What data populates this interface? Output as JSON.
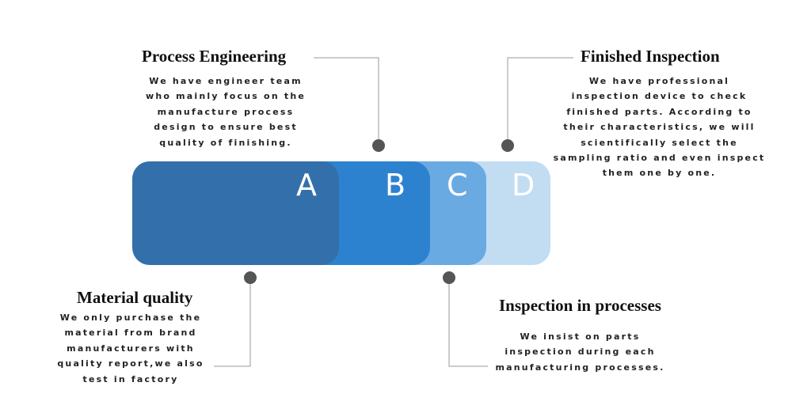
{
  "segments": [
    {
      "letter": "A",
      "color": "#3370ab"
    },
    {
      "letter": "B",
      "color": "#2d82cf"
    },
    {
      "letter": "C",
      "color": "#6aaae2"
    },
    {
      "letter": "D",
      "color": "#c2dcf2"
    }
  ],
  "callouts": {
    "process_engineering": {
      "title": "Process Engineering",
      "lines": [
        "We have engineer team",
        "who mainly focus on the",
        "manufacture process",
        "design to ensure best",
        "quality of finishing."
      ]
    },
    "finished_inspection": {
      "title": "Finished Inspection",
      "lines": [
        "We have professional",
        "inspection device to check",
        "finished parts. According to",
        "their characteristics, we will",
        "scientifically select the",
        "sampling ratio and even inspect",
        "them one by one."
      ]
    },
    "material_quality": {
      "title": "Material quality",
      "lines": [
        "We only purchase the",
        "material from brand",
        "manufacturers with",
        "quality report,we also",
        "test in factory"
      ]
    },
    "inspection_in_processes": {
      "title": "Inspection in processes",
      "lines": [
        "We insist on parts",
        "inspection during each",
        "manufacturing processes."
      ]
    }
  },
  "colors": {
    "connector": "#999999",
    "dot": "#555555"
  }
}
